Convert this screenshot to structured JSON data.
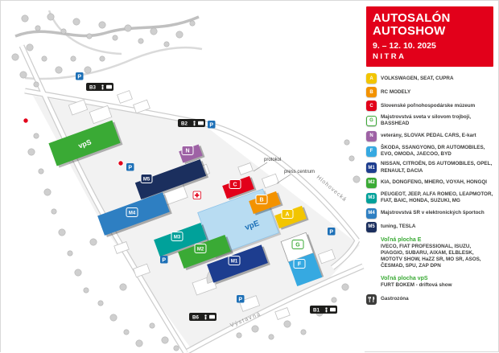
{
  "header": {
    "title_line1": "AUTOSALÓN",
    "title_line2": "AUTOSHOW",
    "dates": "9. – 12. 10. 2025",
    "city": "NITRA"
  },
  "colors": {
    "brand_red": "#e2001a",
    "A": "#f2c500",
    "B": "#f39200",
    "C": "#e2001a",
    "G": "#ffffff",
    "G_text": "#3aaa35",
    "N": "#9e62a5",
    "F": "#36a9e1",
    "M1": "#1d3d8f",
    "M2": "#3aaa35",
    "M3": "#00a19a",
    "M4": "#2e7fc2",
    "M5": "#1b2f5e",
    "vpS": "#3aaa35",
    "vpE": "#b8dcf2",
    "vpE_text": "#1d70b7",
    "gastro": "#3c3c3b",
    "parking_blue": "#1d70b7",
    "free_area_green": "#3aaa35"
  },
  "legend": {
    "items": [
      {
        "key": "A",
        "label": "VOLKSWAGEN, SEAT, CUPRA"
      },
      {
        "key": "B",
        "label": "RC MODELY"
      },
      {
        "key": "C",
        "label": "Slovenské poľnohospodárske múzeum"
      },
      {
        "key": "G",
        "label": "Majstrovstvá sveta v silovom trojboji, BASSHEAD"
      },
      {
        "key": "N",
        "label": "veterány, SLOVAK PEDAL CARS, E-kart"
      },
      {
        "key": "F",
        "label": "ŠKODA, SSANGYONG, DR AUTOMOBILES, EVO, OMODA, JAECOO, BYD"
      },
      {
        "key": "M1",
        "label": "NISSAN, CITROËN, DS AUTOMOBILES, OPEL, RENAULT, DACIA"
      },
      {
        "key": "M2",
        "label": "KIA, DONGFENG, MHERO, VOYAH, HONGQI"
      },
      {
        "key": "M3",
        "label": "PEUGEOT, JEEP, ALFA ROMEO, LEAPMOTOR, FIAT, BAIC, HONDA, SUZUKI, MG"
      },
      {
        "key": "M4",
        "label": "Majstrovstvá SR v elektronických športoch"
      },
      {
        "key": "M5",
        "label": "tuning, TESLA"
      }
    ],
    "free_area_e_title": "Voľná plocha E",
    "free_area_e_text": "IVECO, FIAT PROFESSIONAL, ISUZU, PIAGGIO, SUBARU, AIXAM, ELBLESK, MOTOTV SHOW, HaZZ SR, MO SR, ASOS, ČESMAD, SPU, ZAP DPN",
    "free_area_vps_title": "Voľná plocha vpS",
    "free_area_vps_text": "FURT BOKEM - driftová show",
    "gastro_label": "Gastrozóna"
  },
  "map": {
    "halls": {
      "A": "A",
      "B": "B",
      "C": "C",
      "F": "F",
      "G": "G",
      "N": "N",
      "M1": "M1",
      "M2": "M2",
      "M3": "M3",
      "M4": "M4",
      "M5": "M5",
      "vpS": "vpS",
      "vpE": "vpE"
    },
    "gates": {
      "b1": "B1",
      "b2": "B2",
      "b3": "B3",
      "b6": "B6"
    },
    "parking_letter": "P",
    "labels": {
      "protokol": "protokol",
      "press_centrum": "press centrum",
      "street_vystavna": "Výstavná",
      "street_hlohovecka": "Hlohovecká"
    }
  }
}
